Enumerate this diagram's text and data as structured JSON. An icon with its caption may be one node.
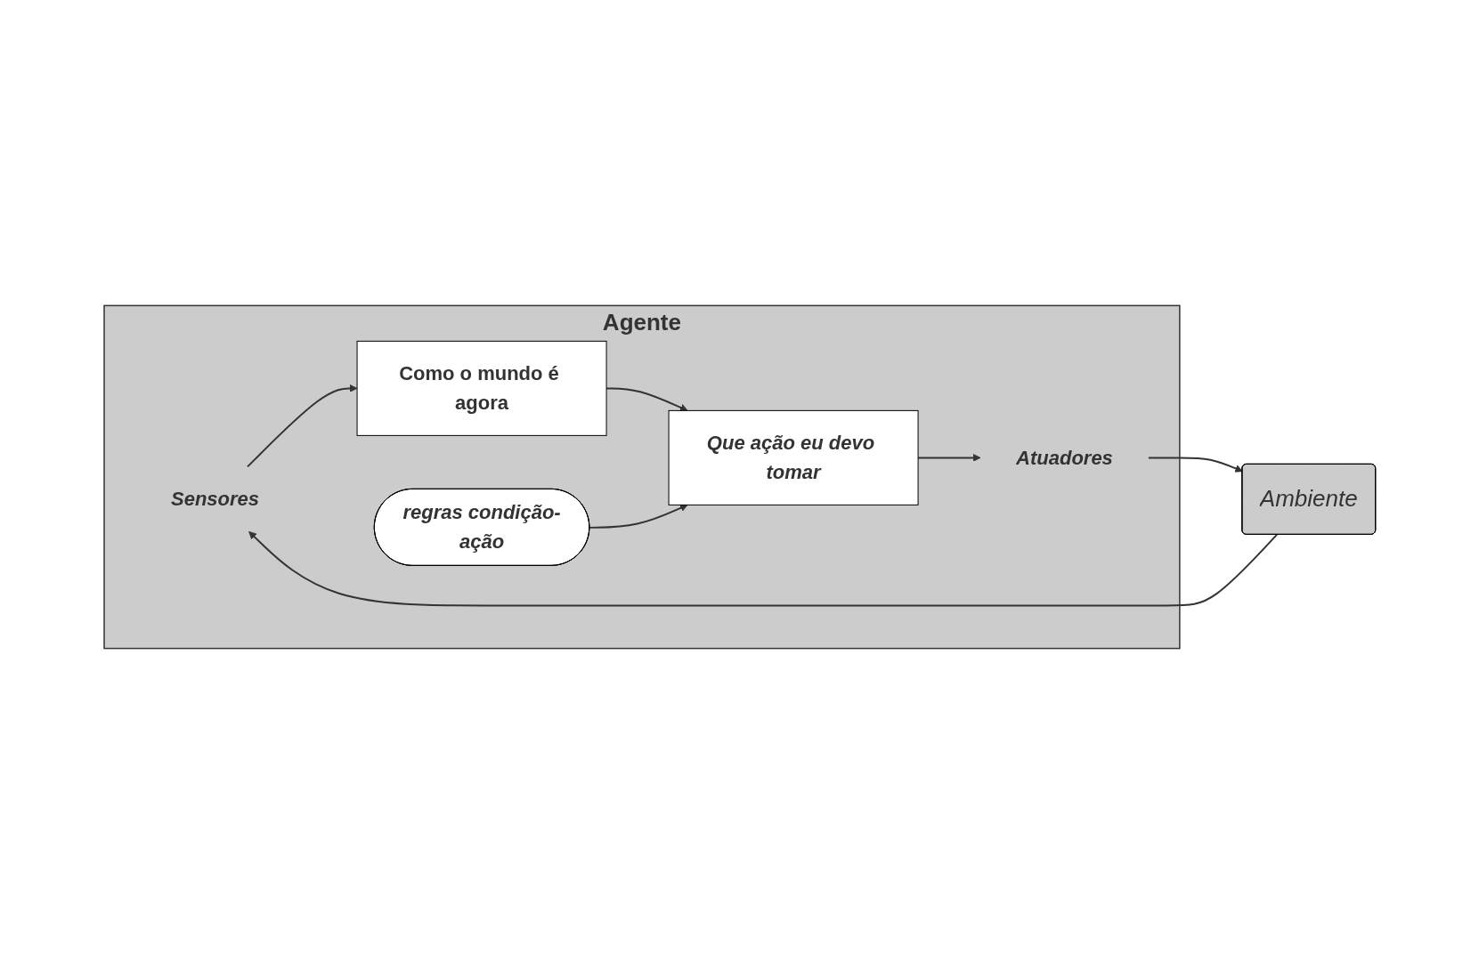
{
  "diagram": {
    "nodes": [
      {
        "text": [
          "Agente"
        ]
      },
      {
        "text": [
          "Sensores"
        ],
        "in": 0
      },
      {
        "text": [
          "Como o mundo é agora"
        ],
        "in": 0
      },
      {
        "text": [
          "Que ação eu devo tomar"
        ],
        "in": 0
      },
      {
        "text": [
          "regras condição-ação"
        ],
        "in": 0
      },
      {
        "text": [
          "Atuadores"
        ],
        "in": 0
      },
      {
        "text": [
          "Ambiente"
        ]
      }
    ],
    "edges": [
      {
        "from": 6,
        "to": 1,
        "arrow": "to"
      },
      {
        "from": 1,
        "to": 2,
        "arrow": "to"
      },
      {
        "from": 2,
        "to": 3,
        "arrow": "to"
      },
      {
        "from": 4,
        "to": 3,
        "arrow": "to"
      },
      {
        "from": 3,
        "to": 5,
        "arrow": "to"
      },
      {
        "from": 5,
        "to": 6,
        "arrow": "to"
      }
    ]
  }
}
